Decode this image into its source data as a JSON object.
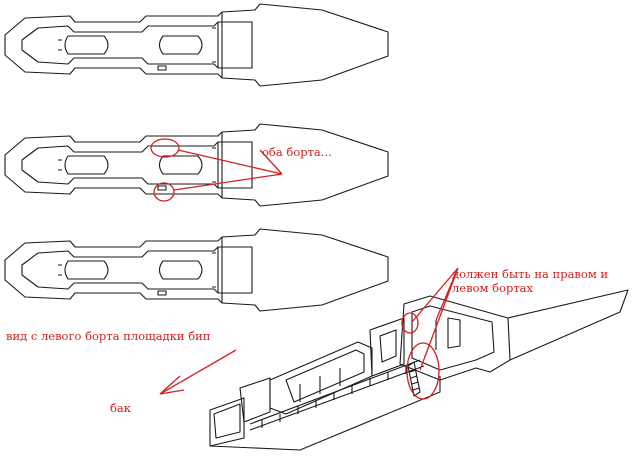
{
  "annotations": {
    "both_sides": "оба борта...",
    "must_be_line1": "должен быть на правом и",
    "must_be_line2": "левом бортах",
    "left_side_view": "вид с левого борта площадки бип",
    "bow": "бак"
  },
  "colors": {
    "ink": "#1a1a1a",
    "annotation": "#d42020",
    "paper": "#ffffff"
  }
}
